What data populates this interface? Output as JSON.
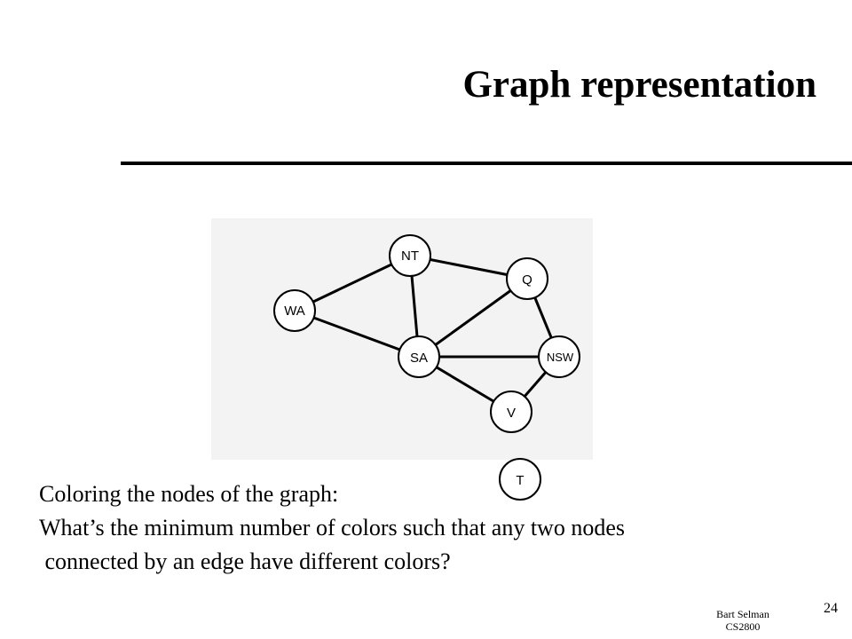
{
  "slide": {
    "title": "Graph representation",
    "page_number": "24",
    "author": "Bart Selman",
    "course": "CS2800"
  },
  "graph": {
    "nodes": [
      "NT",
      "Q",
      "WA",
      "SA",
      "NSW",
      "V",
      "T"
    ],
    "edges": [
      [
        "WA",
        "NT"
      ],
      [
        "WA",
        "SA"
      ],
      [
        "NT",
        "Q"
      ],
      [
        "NT",
        "SA"
      ],
      [
        "Q",
        "SA"
      ],
      [
        "Q",
        "NSW"
      ],
      [
        "SA",
        "NSW"
      ],
      [
        "SA",
        "V"
      ],
      [
        "NSW",
        "V"
      ]
    ]
  },
  "question": {
    "line1": "Coloring the nodes of the graph:",
    "line2": "What’s the minimum number of colors such that  any two nodes",
    "line3": " connected by an edge have different colors?"
  }
}
